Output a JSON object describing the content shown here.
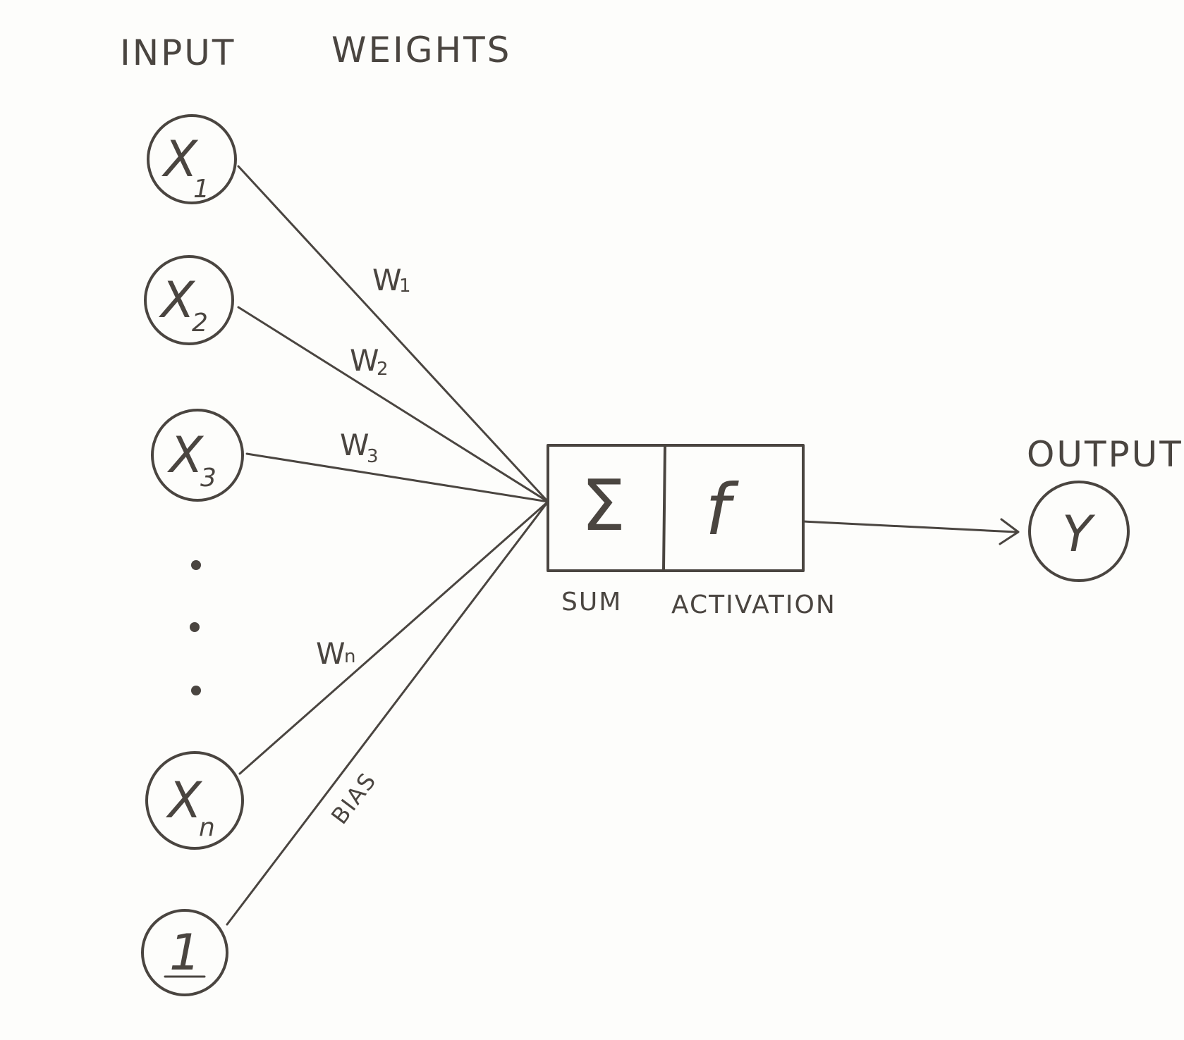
{
  "headings": {
    "input": "INPUT",
    "weights": "WEIGHTS",
    "output": "OUTPUT"
  },
  "inputs": [
    {
      "base": "X",
      "sub": "1"
    },
    {
      "base": "X",
      "sub": "2"
    },
    {
      "base": "X",
      "sub": "3"
    },
    {
      "base": "X",
      "sub": "n"
    }
  ],
  "bias_node": "1",
  "weights": [
    {
      "base": "W",
      "sub": "1"
    },
    {
      "base": "W",
      "sub": "2"
    },
    {
      "base": "W",
      "sub": "3"
    },
    {
      "base": "W",
      "sub": "n"
    }
  ],
  "bias_label": "BIAS",
  "sum_symbol": "Σ",
  "activation_symbol": "f",
  "sum_caption": "SUM",
  "activation_caption": "ACTIVATION",
  "output_node": "Y",
  "colors": {
    "ink": "#4a4540",
    "paper": "#fdfdfb"
  }
}
